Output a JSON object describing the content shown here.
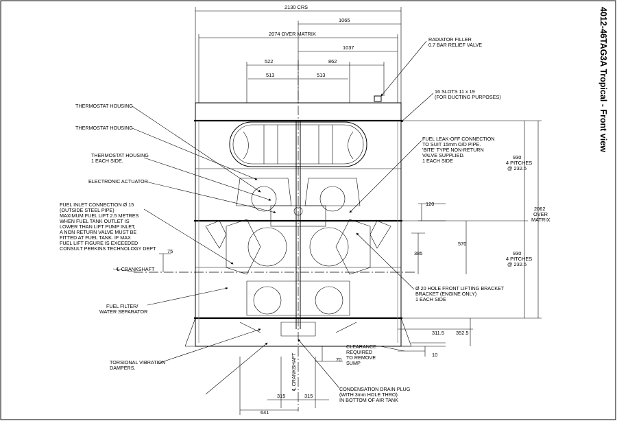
{
  "title": "4012-46TAG3A Tropical - Front view",
  "dimensions": {
    "top_crs": "2130 CRS",
    "top_1065": "1065",
    "over_matrix": "2074  OVER MATRIX",
    "d1037": "1037",
    "d522": "522",
    "d862": "862",
    "d513_left": "513",
    "d513_right": "513",
    "d120": "120",
    "d570": "570",
    "d385": "385",
    "d75": "75",
    "d311": "311.5",
    "d352": "352.5",
    "d10": "10",
    "d70": "70",
    "d315_left": "315",
    "d315_right": "315",
    "d641": "641",
    "pitch_top": [
      "930",
      "4 PITCHES",
      "@ 232.5"
    ],
    "pitch_bottom": [
      "930",
      "4 PITCHES",
      "@ 232.5"
    ],
    "overall_height": [
      "2062",
      "OVER",
      "MATRIX"
    ]
  },
  "labels": {
    "radiator_filler": [
      "RADIATOR FILLER",
      "0.7 BAR RELIEF VALVE"
    ],
    "slots": [
      "16 SLOTS 11 x 19",
      "(FOR DUCTING PURPOSES)"
    ],
    "thermostat_housing_1": "THERMOSTAT HOUSING",
    "thermostat_housing_2": "THERMOSTAT HOUSING",
    "thermostat_housing_3": [
      "THERMOSTAT HOUSING",
      "1 EACH SIDE."
    ],
    "electronic_actuator": "ELECTRONIC ACTUATOR",
    "fuel_leak_off": [
      "FUEL LEAK-OFF CONNECTION",
      "TO SUIT 15mm O/D PIPE.",
      "'BITE' TYPE NON-RETURN",
      "VALVE SUPPLIED.",
      "1 EACH SIDE"
    ],
    "fuel_inlet": [
      "FUEL INLET CONNECTION  Ø 15",
      "(OUTSIDE STEEL PIPE)",
      "MAXIMUM FUEL LIFT 2.5 METRES",
      "WHEN FUEL TANK OUTLET IS",
      "LOWER THAN LIFT PUMP INLET,",
      "A NON RETURN VALVE MUST BE",
      "FITTED AT FUEL TANK. IF MAX",
      "FUEL LIFT FIGURE IS EXCEEDED",
      "CONSULT PERKINS TECHNOLOGY DEPT"
    ],
    "crankshaft_h": "℄ CRANKSHAFT",
    "crankshaft_v": "℄ CRANKSHAFT",
    "fuel_filter": [
      "FUEL FILTER/",
      "WATER SEPARATOR"
    ],
    "lifting_bracket": [
      "Ø 20 HOLE FRONT LIFTING BRACKET",
      "BRACKET (ENGINE ONLY)",
      "1 EACH SIDE"
    ],
    "clearance": [
      "CLEARANCE",
      "REQUIRED",
      "TO REMOVE",
      "SUMP"
    ],
    "torsional": [
      "TORSIONAL VIBRATION",
      "DAMPERS."
    ],
    "condensation": [
      "CONDENSATION DRAIN PLUG",
      "(WITH 3mm HOLE THRO)",
      "IN BOTTOM OF AIR TANK"
    ]
  }
}
